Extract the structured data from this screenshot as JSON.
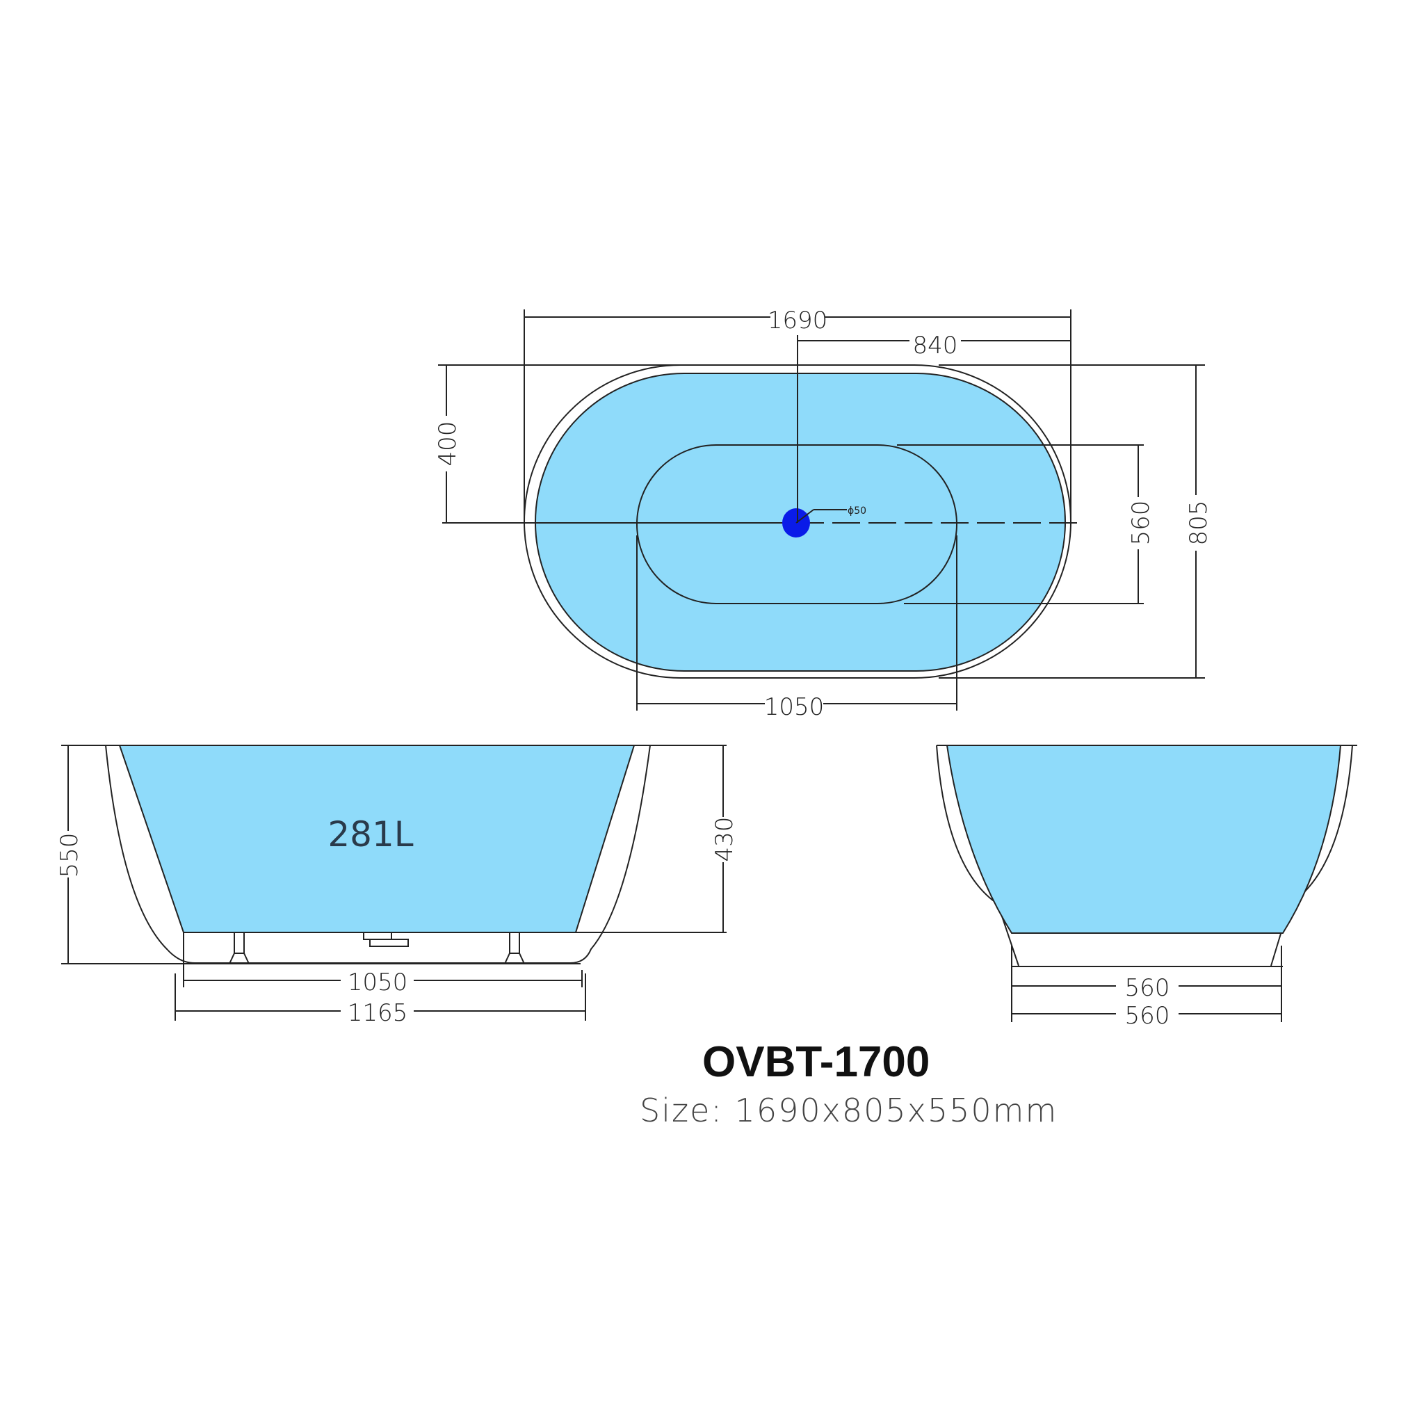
{
  "product": {
    "model": "OVBT-1700",
    "size_label": "Size: 1690x805x550mm"
  },
  "colors": {
    "water_fill": "#8fdbfa",
    "line": "#222222",
    "drain": "#0a1be8",
    "background": "#ffffff"
  },
  "top_view": {
    "dimensions": {
      "overall_length": "1690",
      "drain_offset": "840",
      "half_width": "400",
      "inner_width": "560",
      "overall_width": "805",
      "inner_length": "1050"
    },
    "drain_label": "ϕ50",
    "drain_icon": "drain-hole-icon"
  },
  "side_view": {
    "volume_label": "281L",
    "dimensions": {
      "overall_height": "550",
      "water_depth": "430",
      "base_length_inner": "1050",
      "base_length_outer": "1165"
    }
  },
  "end_view": {
    "dimensions": {
      "base_width_top": "560",
      "base_width_bottom": "560"
    }
  }
}
